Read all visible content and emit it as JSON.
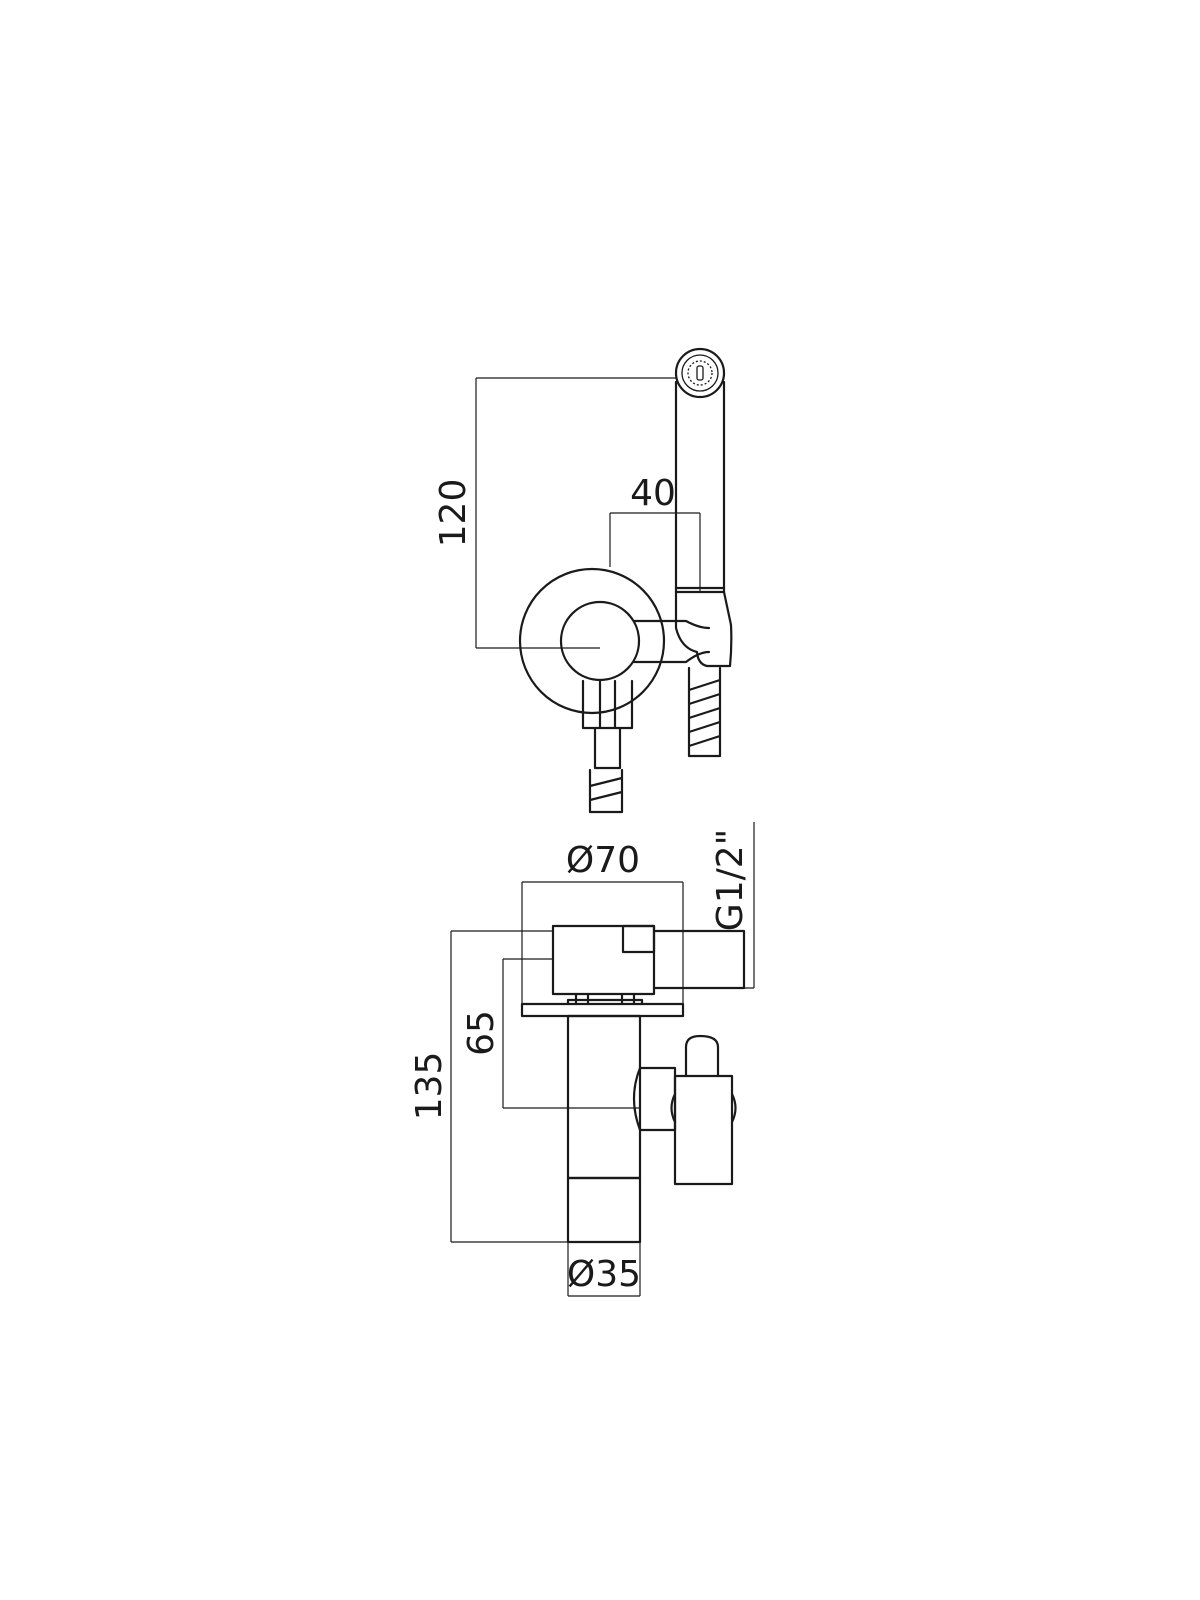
{
  "drawing": {
    "line_color": "#1a1a1a",
    "background": "#ffffff",
    "dimensions": {
      "height_120": "120",
      "offset_40": "40",
      "diameter_70": "Ø70",
      "thread_g12": "G1/2\"",
      "height_65": "65",
      "height_135": "135",
      "diameter_35": "Ø35"
    }
  }
}
